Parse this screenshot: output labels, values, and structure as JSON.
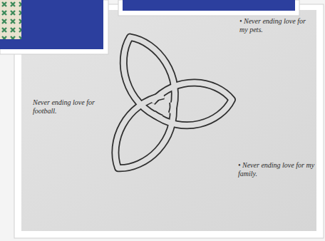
{
  "diagram": {
    "labels": [
      "• Never ending love for my pets.",
      "Never ending love for football.",
      "• Never ending love for my family."
    ]
  }
}
